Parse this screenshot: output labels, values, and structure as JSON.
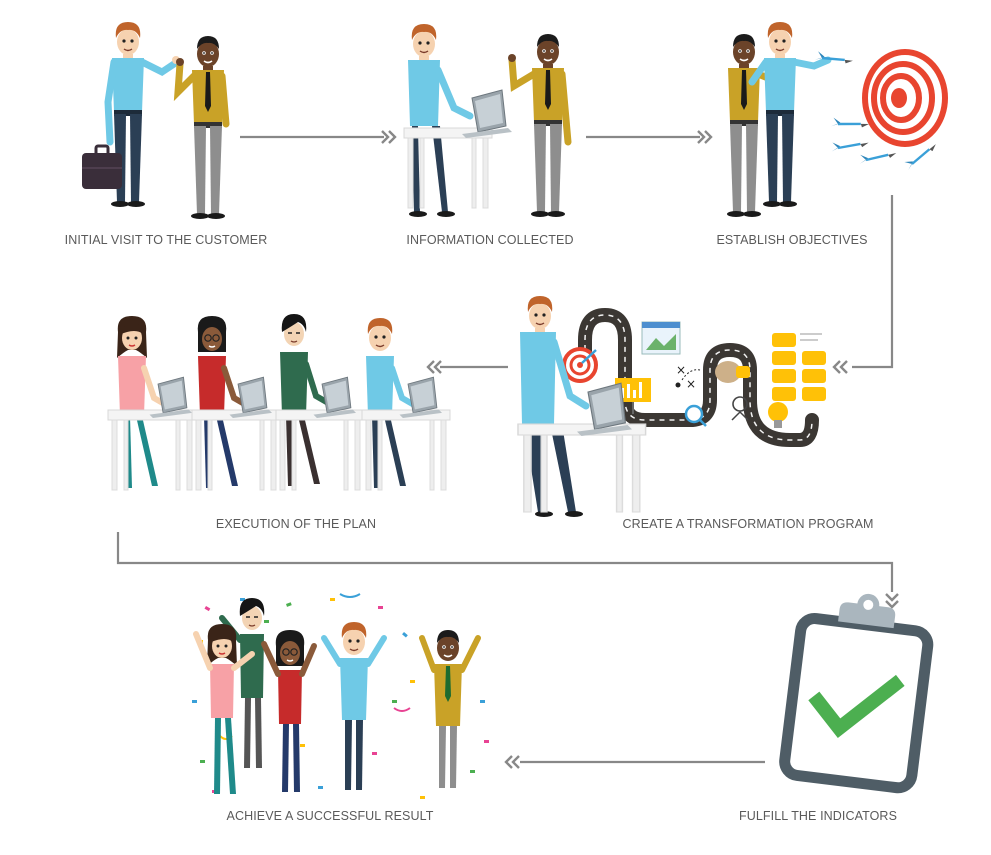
{
  "steps": [
    {
      "label": "INITIAL VISIT TO THE CUSTOMER"
    },
    {
      "label": "INFORMATION COLLECTED"
    },
    {
      "label": "ESTABLISH OBJECTIVES"
    },
    {
      "label": "EXECUTION OF THE PLAN"
    },
    {
      "label": "CREATE A TRANSFORMATION PROGRAM"
    },
    {
      "label": "FULFILL THE INDICATORS"
    },
    {
      "label": "ACHIEVE A SUCCESSFUL RESULT"
    }
  ],
  "colors": {
    "arrow": "#888888",
    "label": "#5a5a5a",
    "shirt_blue": "#6fc9e6",
    "shirt_mustard": "#c9a227",
    "pants_dark": "#2b3f55",
    "pants_gray": "#8e8e8e",
    "hair_ginger": "#c0642b",
    "target_red": "#e8452f",
    "dart_blue": "#3aa0d8",
    "clipboard_gray": "#4f5d66",
    "check_green": "#4caf50",
    "road": "#3b3733",
    "chip_yellow": "#ffc107"
  },
  "icons": [
    "briefcase-icon",
    "laptop-icon",
    "target-icon",
    "dart-icon",
    "roadmap-icon",
    "clipboard-icon",
    "checkmark-icon",
    "confetti-icon"
  ]
}
